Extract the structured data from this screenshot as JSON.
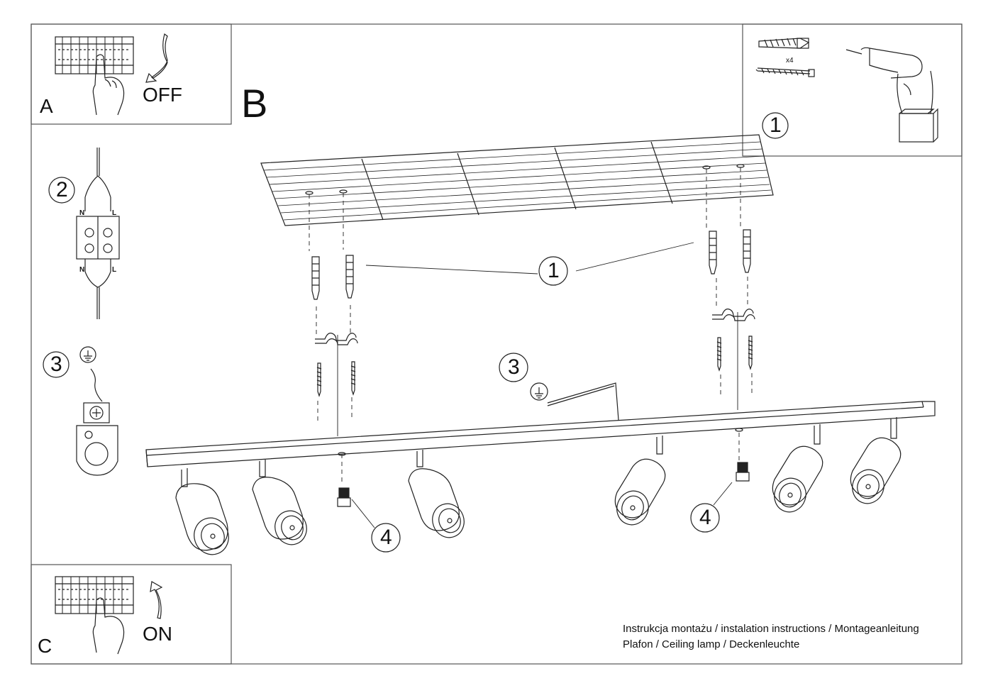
{
  "panels": {
    "a": {
      "letter": "A",
      "state": "OFF"
    },
    "b": {
      "letter": "B"
    },
    "c": {
      "letter": "C",
      "state": "ON"
    }
  },
  "steps": {
    "step1": "1",
    "step2": "2",
    "step3": "3",
    "step4": "4"
  },
  "wiring": {
    "n": "N",
    "l": "L"
  },
  "tools": {
    "quantity": "x4"
  },
  "footer": {
    "line1": "Instrukcja montażu / instalation instructions / Montageanleitung",
    "line2": "Plafon / Ceiling lamp / Deckenleuchte"
  }
}
